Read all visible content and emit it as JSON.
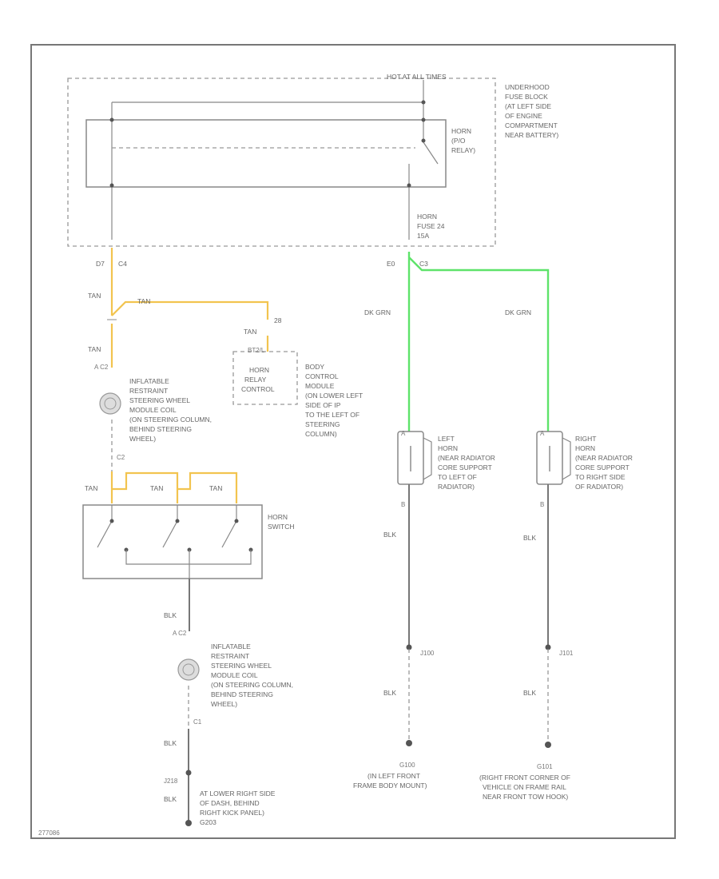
{
  "diagram": {
    "hot_at_all_times": "HOT AT ALL TIMES",
    "fuse_block": [
      "UNDERHOOD",
      "FUSE BLOCK",
      "(AT LEFT SIDE",
      "OF ENGINE",
      "COMPARTMENT",
      "NEAR BATTERY)"
    ],
    "horn_relay": [
      "HORN",
      "(P/O",
      "RELAY)"
    ],
    "horn_fuse": [
      "HORN",
      "FUSE 24",
      "15A"
    ],
    "conn_d7": "D7",
    "conn_c4": "C4",
    "conn_e0": "E0",
    "conn_c3": "C3",
    "wire_tan": "TAN",
    "wire_dkgrn": "DK GRN",
    "wire_blk": "BLK",
    "pin_28": "28",
    "bcm_connector": "BT2/L",
    "horn_relay_control": [
      "HORN",
      "RELAY",
      "CONTROL"
    ],
    "bcm": [
      "BODY",
      "CONTROL",
      "MODULE",
      "(ON LOWER LEFT",
      "SIDE OF IP",
      "TO THE LEFT OF",
      "STEERING",
      "COLUMN)"
    ],
    "conn_a_c2_top": "A C2",
    "conn_a_c2_bot": "A C2",
    "restraint_coil": [
      "INFLATABLE",
      "RESTRAINT",
      "STEERING WHEEL",
      "MODULE COIL",
      "(ON STEERING COLUMN,",
      "BEHIND STEERING",
      "WHEEL)"
    ],
    "coil_conn_1": "C2",
    "coil_conn_2": "C1",
    "horn_switch": [
      "HORN",
      "SWITCH"
    ],
    "left_horn": [
      "LEFT",
      "HORN",
      "(NEAR RADIATOR",
      "CORE SUPPORT",
      "TO LEFT OF",
      "RADIATOR)"
    ],
    "right_horn": [
      "RIGHT",
      "HORN",
      "(NEAR RADIATOR",
      "CORE SUPPORT",
      "TO RIGHT SIDE",
      "OF RADIATOR)"
    ],
    "pin_a": "A",
    "pin_b": "B",
    "splice_j100": "J100",
    "splice_j101": "J101",
    "splice_j218": "J218",
    "ground_g100_id": "G100",
    "ground_g100": [
      "(IN LEFT FRONT",
      "FRAME BODY MOUNT)"
    ],
    "ground_g101_id": "G101",
    "ground_g101": [
      "(RIGHT FRONT CORNER OF",
      "VEHICLE ON FRAME RAIL",
      "NEAR FRONT TOW HOOK)"
    ],
    "ground_g203": [
      "AT LOWER RIGHT SIDE",
      "OF DASH, BEHIND",
      "RIGHT KICK PANEL)",
      "G203"
    ],
    "figure_id": "277086"
  },
  "colors": {
    "tan_wire": "#f2c44f",
    "green_wire": "#5ee36a",
    "line": "#777777"
  }
}
